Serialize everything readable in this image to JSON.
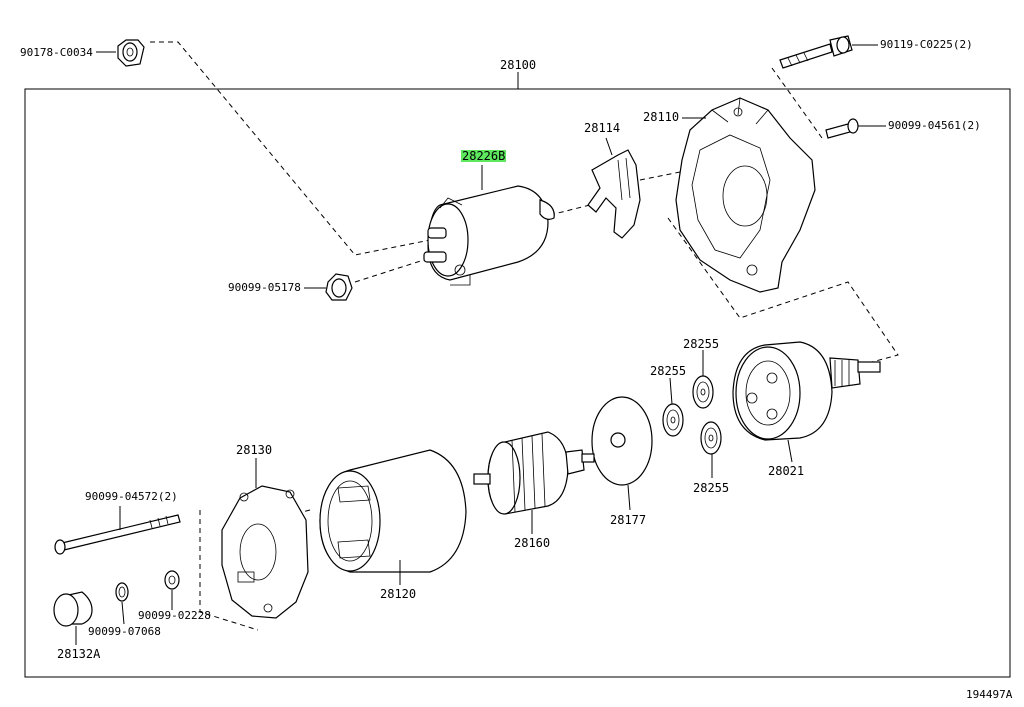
{
  "diagram": {
    "assembly_label": "28100",
    "figure_id": "194497A",
    "highlight_color": "#5ee85e",
    "parts": [
      {
        "key": "p90178",
        "label": "90178-C0034"
      },
      {
        "key": "p90119",
        "label": "90119-C0225(2)"
      },
      {
        "key": "p90099_04561",
        "label": "90099-04561(2)"
      },
      {
        "key": "p28110",
        "label": "28110"
      },
      {
        "key": "p28114",
        "label": "28114"
      },
      {
        "key": "p28226B",
        "label": "28226B"
      },
      {
        "key": "p90099_05178",
        "label": "90099-05178"
      },
      {
        "key": "p28255a",
        "label": "28255"
      },
      {
        "key": "p28255b",
        "label": "28255"
      },
      {
        "key": "p28255c",
        "label": "28255"
      },
      {
        "key": "p28021",
        "label": "28021"
      },
      {
        "key": "p28130",
        "label": "28130"
      },
      {
        "key": "p90099_04572",
        "label": "90099-04572(2)"
      },
      {
        "key": "p28177",
        "label": "28177"
      },
      {
        "key": "p28160",
        "label": "28160"
      },
      {
        "key": "p28120",
        "label": "28120"
      },
      {
        "key": "p90099_02228",
        "label": "90099-02228"
      },
      {
        "key": "p90099_07068",
        "label": "90099-07068"
      },
      {
        "key": "p28132A",
        "label": "28132A"
      }
    ]
  }
}
